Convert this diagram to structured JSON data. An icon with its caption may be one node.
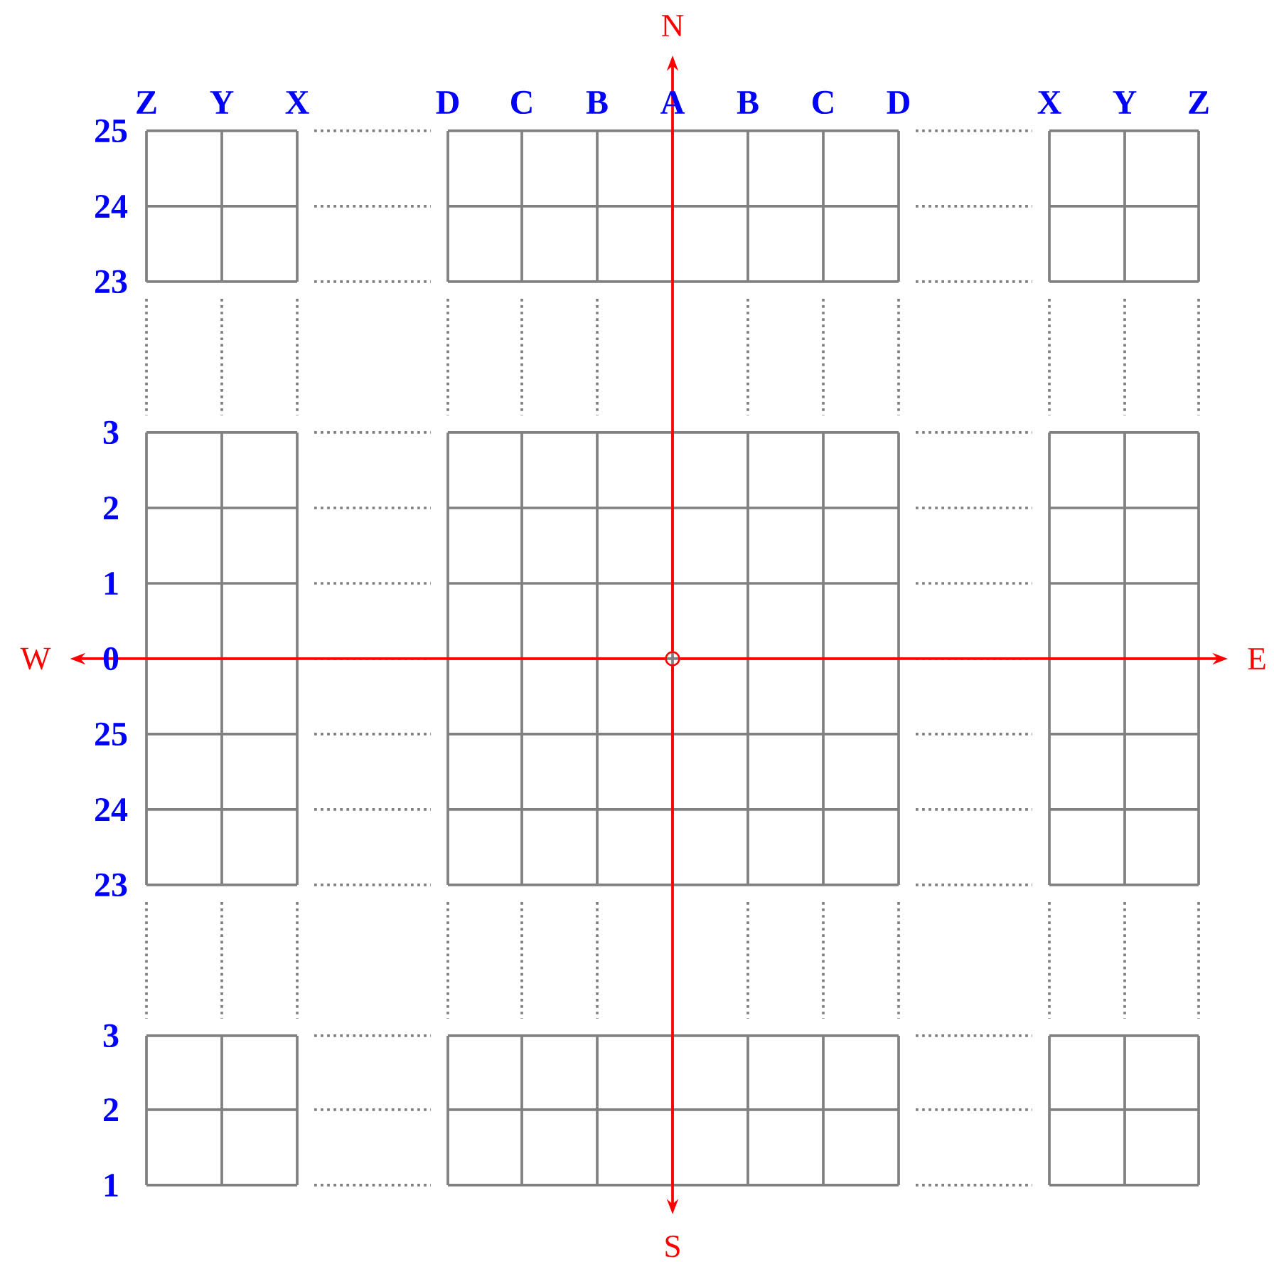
{
  "diagram": {
    "nodes": [
      {
        "text": [
          "N"
        ]
      },
      {
        "text": [
          "W"
        ]
      },
      {
        "text": [],
        "shape": "circle"
      },
      {
        "text": [
          "E"
        ]
      },
      {
        "text": [
          "S"
        ]
      }
    ],
    "edges": [
      {
        "from": 2,
        "to": 0,
        "arrow": "to"
      },
      {
        "from": 2,
        "to": 1,
        "arrow": "to"
      },
      {
        "from": 2,
        "to": 3,
        "arrow": "to"
      },
      {
        "from": 2,
        "to": 4,
        "arrow": "to"
      }
    ],
    "labels": [
      "Z",
      "Y",
      "X",
      "D",
      "C",
      "B",
      "A",
      "B",
      "C",
      "D",
      "X",
      "Y",
      "Z",
      "25",
      "24",
      "23",
      "3",
      "2",
      "1",
      "0",
      "25",
      "24",
      "23",
      "3",
      "2",
      "1"
    ]
  }
}
